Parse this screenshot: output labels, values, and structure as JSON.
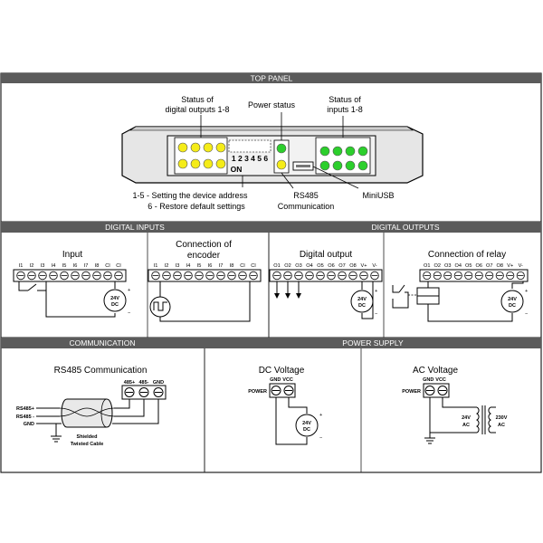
{
  "colors": {
    "header_bar": "#5b5b5b",
    "border": "#222222",
    "led_yellow": "#f5ec18",
    "led_green": "#2ccf2c",
    "device_gray": "#e6e6e6",
    "panel_gray": "#f2f2f2"
  },
  "sections": {
    "top_panel": "TOP PANEL",
    "digital_inputs": "DIGITAL INPUTS",
    "digital_outputs": "DIGITAL OUTPUTS",
    "communication": "COMMUNICATION",
    "power_supply": "POWER SUPPLY"
  },
  "top_panel": {
    "status_outputs": [
      "Status of",
      "digital outputs 1-8"
    ],
    "power_status": "Power status",
    "status_inputs": [
      "Status of",
      "inputs 1-8"
    ],
    "dip_numbers": "1 2 3 4 5 6",
    "dip_on": "ON",
    "address_note": [
      "1-5 - Setting the device address",
      "6 - Restore default settings"
    ],
    "rs485_label": [
      "RS485",
      "Communication"
    ],
    "miniusb_label": "MiniUSB"
  },
  "digital_inputs": {
    "input_title": "Input",
    "encoder_title": [
      "Connection of",
      "encoder"
    ],
    "terminals": [
      "I1",
      "I2",
      "I3",
      "I4",
      "I5",
      "I6",
      "I7",
      "I8",
      "CI",
      "CI"
    ]
  },
  "digital_outputs": {
    "output_title": "Digital output",
    "relay_title": "Connection of relay",
    "terminals": [
      "O1",
      "O2",
      "O3",
      "O4",
      "O5",
      "O6",
      "O7",
      "O8",
      "V+",
      "V-"
    ]
  },
  "source_24vdc": [
    "24V",
    "DC"
  ],
  "polarity": {
    "plus": "+",
    "minus": "−"
  },
  "communication": {
    "title": "RS485 Communication",
    "terminals": [
      "485+",
      "485-",
      "GND"
    ],
    "wires": [
      "RS485+",
      "RS485 -",
      "GND"
    ],
    "cable": [
      "Shielded",
      "Twisted Cable"
    ]
  },
  "power_supply": {
    "dc_title": "DC Voltage",
    "ac_title": "AC Voltage",
    "power_label": "POWER",
    "terminals": [
      "GND",
      "VCC"
    ],
    "secondary": [
      "24V",
      "AC"
    ],
    "primary": [
      "230V",
      "AC"
    ]
  }
}
